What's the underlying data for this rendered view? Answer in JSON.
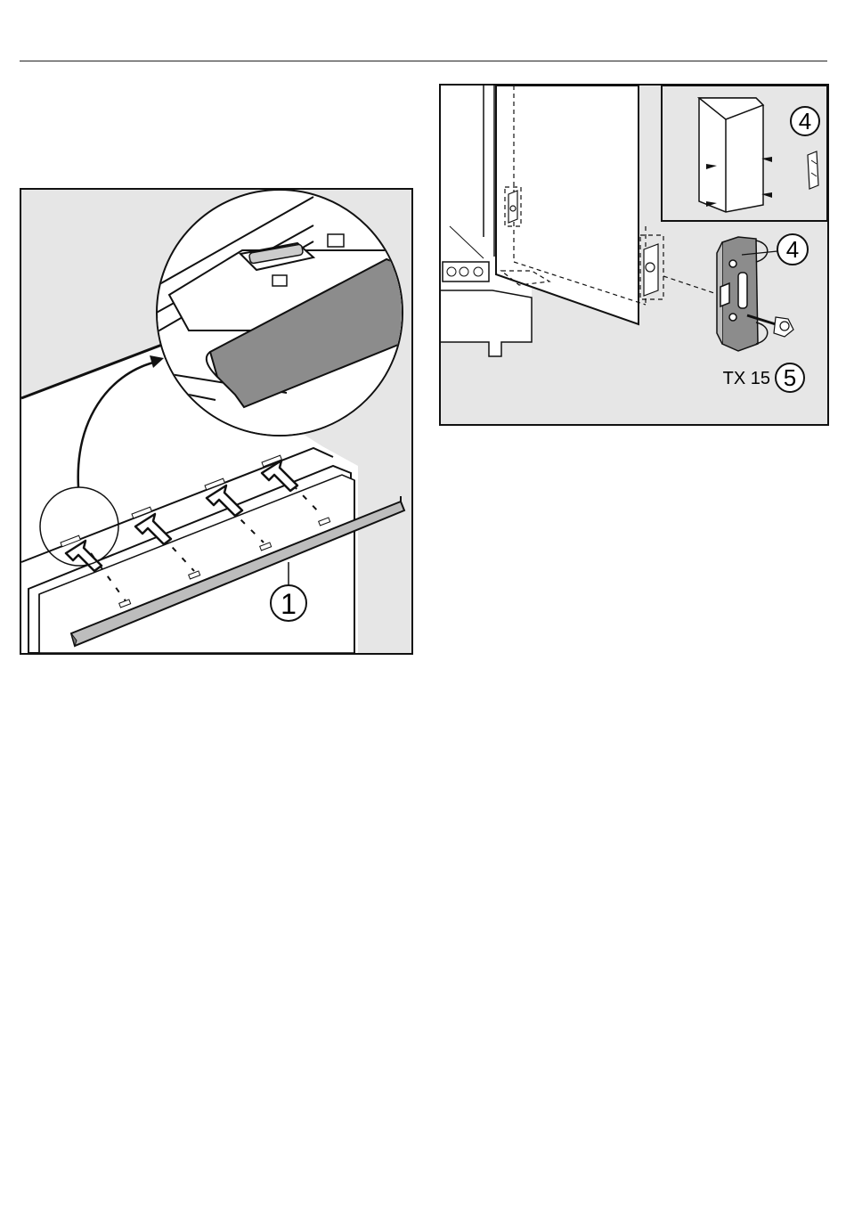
{
  "colors": {
    "background_panel": "#e6e6e6",
    "line": "#111111",
    "strip_fill": "#bdbdbd",
    "zoom_strip_fill": "#8c8c8c",
    "page": "#ffffff"
  },
  "figure_left": {
    "callouts": [
      {
        "label": "1"
      }
    ]
  },
  "figure_right": {
    "callouts": [
      {
        "label": "4"
      },
      {
        "label": "4"
      },
      {
        "label": "5",
        "prefix": "TX 15"
      }
    ]
  }
}
